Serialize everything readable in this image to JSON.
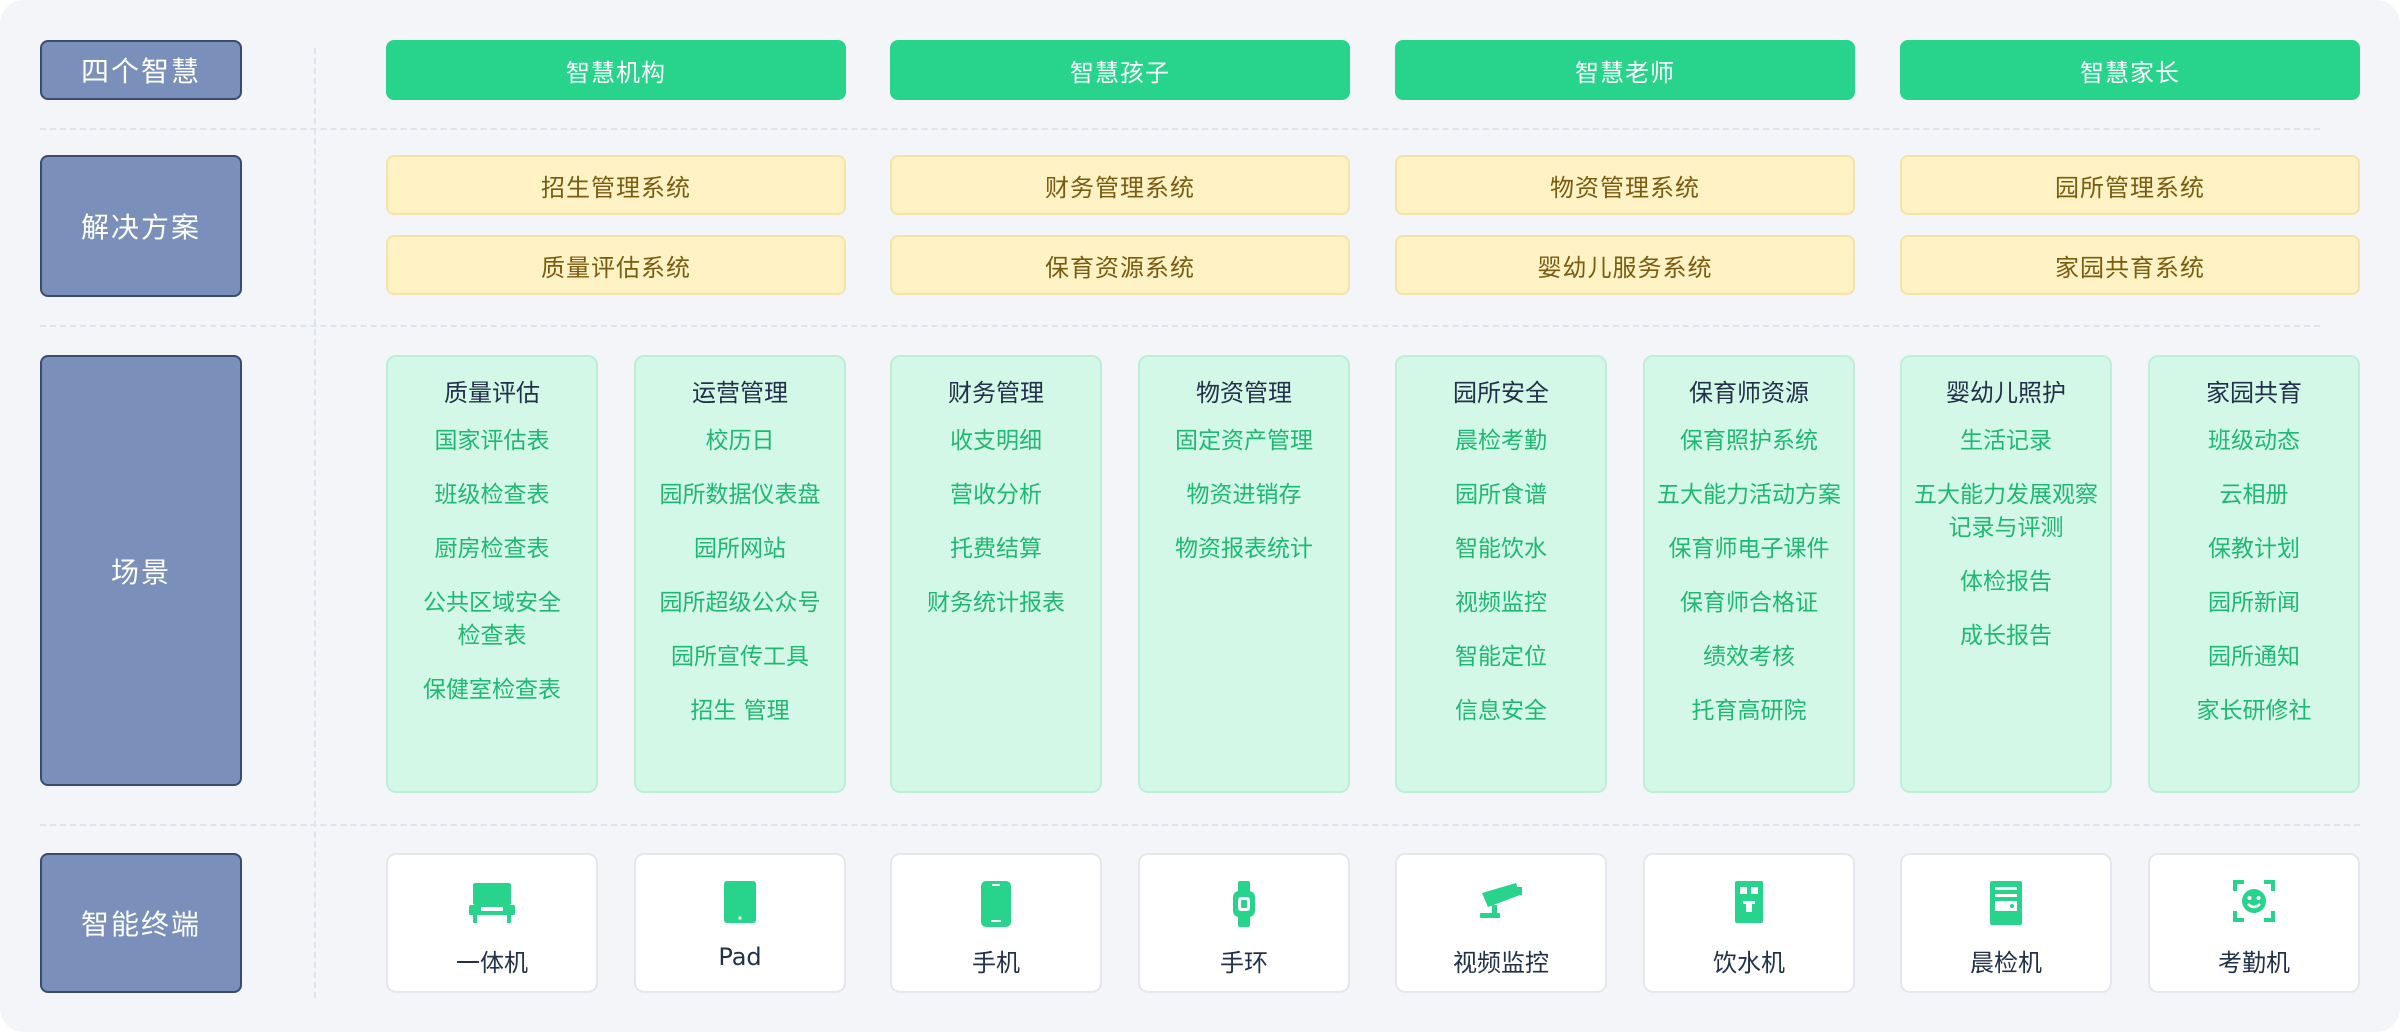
{
  "colors": {
    "label_bg": "#7a90ba",
    "green": "#28d48b",
    "yellow": "#fff2c4",
    "mint": "#d4f8e7",
    "item_text": "#1fb873"
  },
  "rows": {
    "four_wisdom": "四个智慧",
    "solutions": "解决方案",
    "scenes": "场景",
    "terminals": "智能终端"
  },
  "wisdom": [
    "智慧机构",
    "智慧孩子",
    "智慧老师",
    "智慧家长"
  ],
  "solutions": [
    [
      "招生管理系统",
      "质量评估系统"
    ],
    [
      "财务管理系统",
      "保育资源系统"
    ],
    [
      "物资管理系统",
      "婴幼儿服务系统"
    ],
    [
      "园所管理系统",
      "家园共育系统"
    ]
  ],
  "scenes": [
    {
      "title": "质量评估",
      "items": [
        "国家评估表",
        "班级检查表",
        "厨房检查表",
        "公共区域安全\n检查表",
        "保健室检查表"
      ]
    },
    {
      "title": "运营管理",
      "items": [
        "校历日",
        "园所数据仪表盘",
        "园所网站",
        "园所超级公众号",
        "园所宣传工具",
        "招生 管理"
      ]
    },
    {
      "title": "财务管理",
      "items": [
        "收支明细",
        "营收分析",
        "托费结算",
        "财务统计报表"
      ]
    },
    {
      "title": "物资管理",
      "items": [
        "固定资产管理",
        "物资进销存",
        "物资报表统计"
      ]
    },
    {
      "title": "园所安全",
      "items": [
        "晨检考勤",
        "园所食谱",
        "智能饮水",
        "视频监控",
        "智能定位",
        "信息安全"
      ]
    },
    {
      "title": "保育师资源",
      "items": [
        "保育照护系统",
        "五大能力活动方案",
        "保育师电子课件",
        "保育师合格证",
        "绩效考核",
        "托育高研院"
      ]
    },
    {
      "title": "婴幼儿照护",
      "items": [
        "生活记录",
        "五大能力发展观察\n记录与评测",
        "体检报告",
        "成长报告"
      ]
    },
    {
      "title": "家园共育",
      "items": [
        "班级动态",
        "云相册",
        "保教计划",
        "园所新闻",
        "园所通知",
        "家长研修社"
      ]
    }
  ],
  "devices": [
    {
      "label": "一体机",
      "icon": "all-in-one-icon"
    },
    {
      "label": "Pad",
      "icon": "tablet-icon"
    },
    {
      "label": "手机",
      "icon": "phone-icon"
    },
    {
      "label": "手环",
      "icon": "wristband-icon"
    },
    {
      "label": "视频监控",
      "icon": "cctv-camera-icon"
    },
    {
      "label": "饮水机",
      "icon": "water-dispenser-icon"
    },
    {
      "label": "晨检机",
      "icon": "health-check-machine-icon"
    },
    {
      "label": "考勤机",
      "icon": "face-attendance-icon"
    }
  ]
}
